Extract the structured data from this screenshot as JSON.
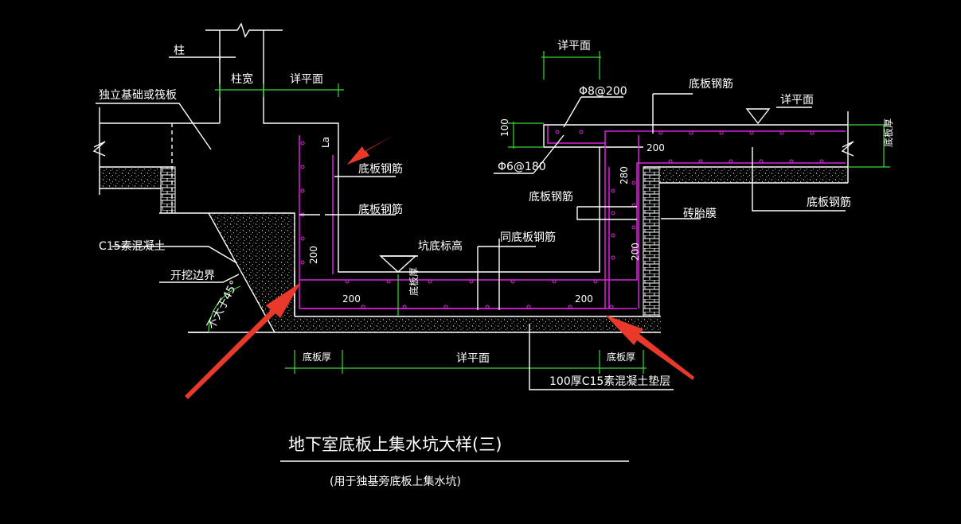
{
  "labels": {
    "column": "柱",
    "column_width": "柱宽",
    "see_plan_1": "详平面",
    "foundation": "独立基础或筏板",
    "la": "La",
    "slab_rebar_1": "底板钢筋",
    "slab_rebar_2": "底板钢筋",
    "c15": "C15素混凝土",
    "excavation": "开挖边界",
    "angle": "不大于45°",
    "pit_bottom": "坑底标高",
    "same_slab_rebar": "同底板钢筋",
    "dim_200_left": "200",
    "dim_200_bottom_left": "200",
    "dim_200_bottom_right": "200",
    "slab_thick_vertical": "底板厚",
    "see_plan_top": "详平面",
    "rebar_phi8": "Φ8@200",
    "dim_100": "100",
    "phi6": "Φ6@180",
    "slab_rebar_top": "底板钢筋",
    "see_plan_right": "详平面",
    "dim_200_right_top": "200",
    "dim_280": "280",
    "slab_rebar_mid": "底板钢筋",
    "brick_mold": "砖胎膜",
    "dim_200_right": "200",
    "slab_rebar_right": "底板钢筋",
    "slab_thick_right": "底板厚",
    "bottom_slab_thick_left": "底板厚",
    "bottom_see_plan": "详平面",
    "bottom_slab_thick_right": "底板厚",
    "cushion": "100厚C15素混凝土垫层"
  },
  "title": {
    "main": "地下室底板上集水坑大样(三)",
    "sub": "(用于独基旁底板上集水坑)"
  },
  "colors": {
    "background": "#000000",
    "linework": "#ffffff",
    "dimension": "#39d839",
    "rebar": "#e020e0",
    "arrow": "#e8392b"
  }
}
